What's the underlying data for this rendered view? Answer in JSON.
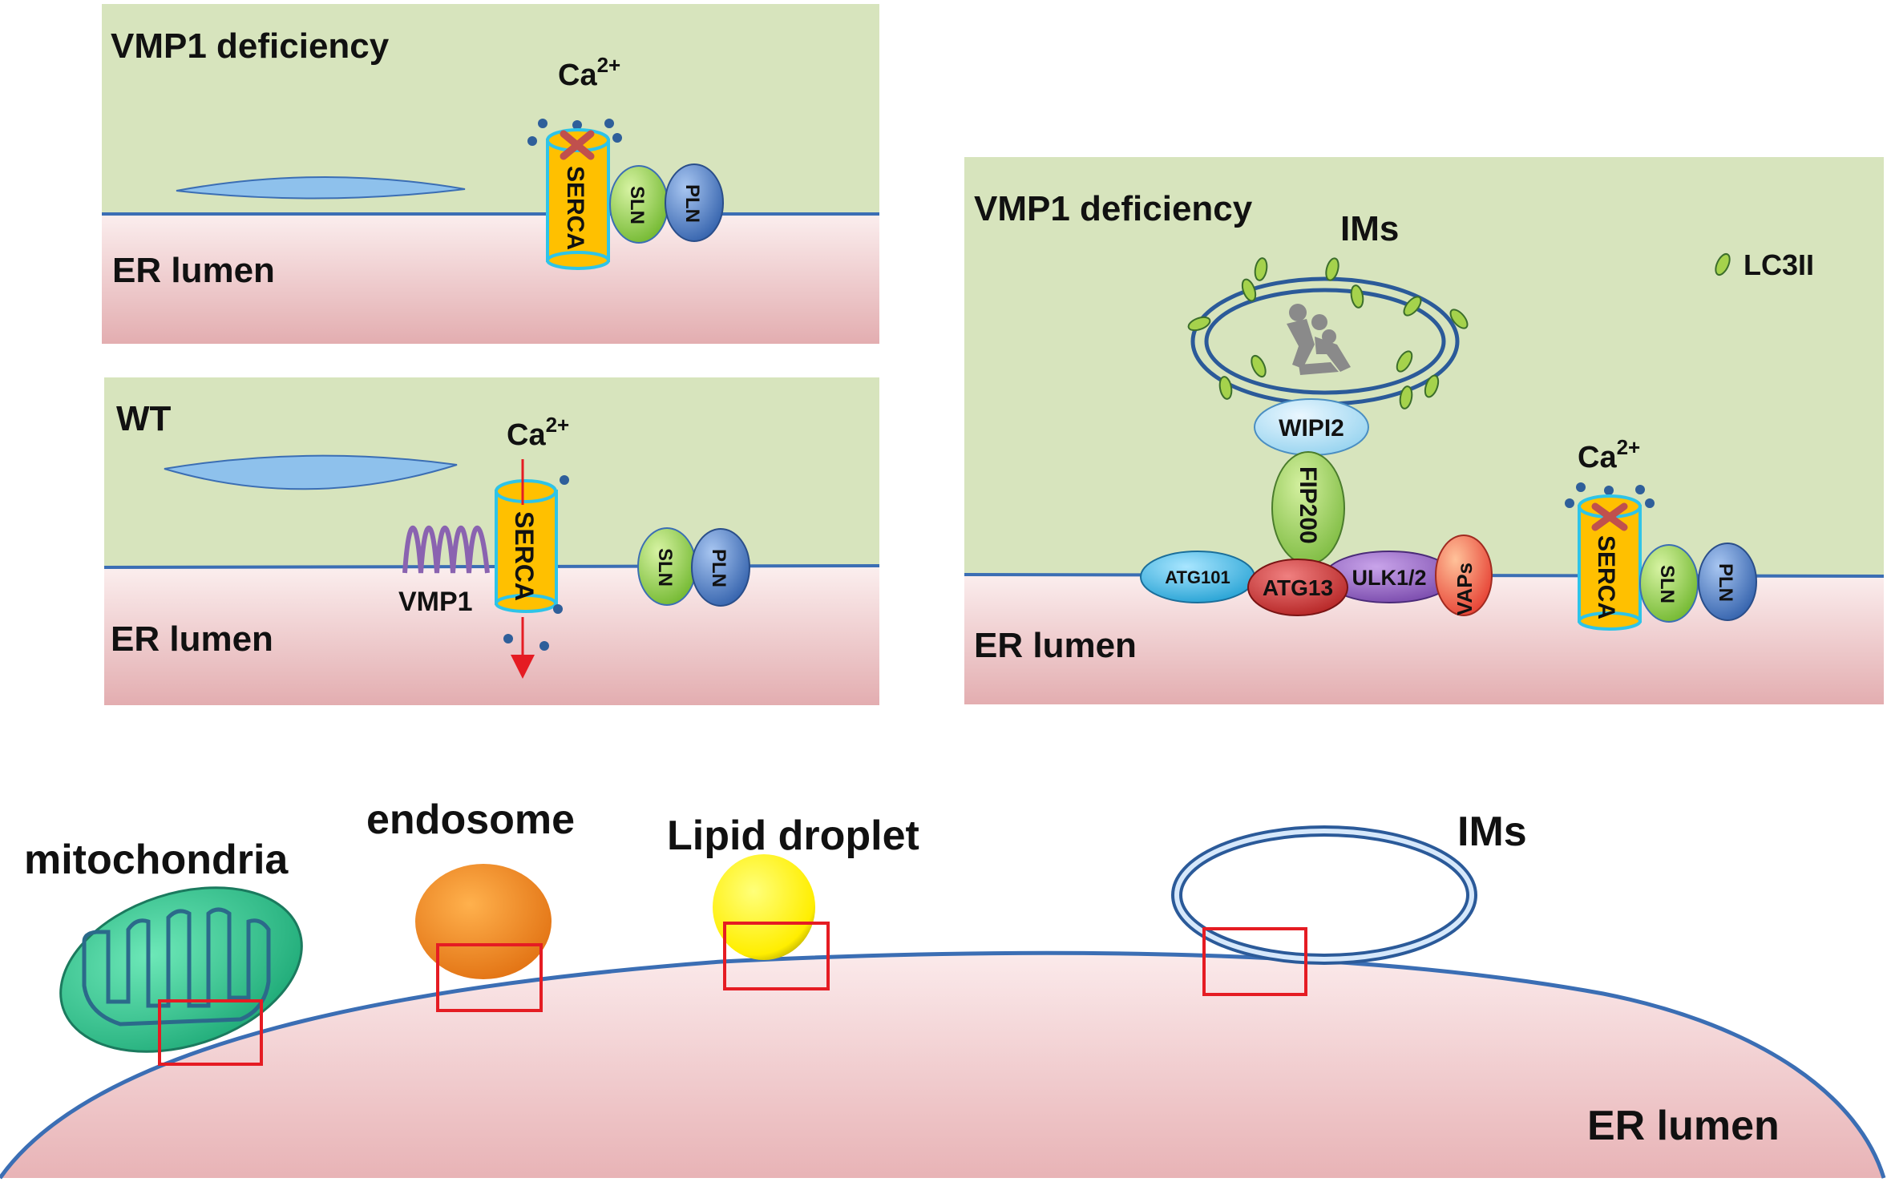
{
  "panels": {
    "top_left": {
      "title": "VMP1 deficiency",
      "lumen": "ER lumen",
      "ion": "Ca",
      "ion_charge": "2+",
      "serca": "SERCA",
      "sln": "SLN",
      "pln": "PLN"
    },
    "wt": {
      "title": "WT",
      "lumen": "ER lumen",
      "ion": "Ca",
      "ion_charge": "2+",
      "serca": "SERCA",
      "sln": "SLN",
      "pln": "PLN",
      "vmp1": "VMP1"
    },
    "right": {
      "title": "VMP1 deficiency",
      "lumen": "ER lumen",
      "ims": "IMs",
      "legend_lc3": "LC3II",
      "wipi2": "WIPI2",
      "fip200": "FIP200",
      "atg101": "ATG101",
      "atg13": "ATG13",
      "ulk": "ULK1/2",
      "vaps": "VAPs",
      "ion": "Ca",
      "ion_charge": "2+",
      "serca": "SERCA",
      "sln": "SLN",
      "pln": "PLN"
    },
    "bottom": {
      "mitochondria": "mitochondria",
      "endosome": "endosome",
      "lipid_droplet": "Lipid droplet",
      "ims": "IMs",
      "lumen": "ER lumen"
    }
  },
  "colors": {
    "cytosol": "#d7e4bd",
    "lumen_top": "#fbeeee",
    "lumen_bottom": "#e3adb0",
    "membrane": "#3b6eb4",
    "serca": "#ffc000",
    "serca_border": "#2ec4e8",
    "sln": "#8cd03a",
    "pln": "#3f71c4",
    "ld_blue": "#8ec1ec",
    "highlight_box": "#e51c23",
    "mito": "#1fbf86",
    "endosome": "#f28a1f",
    "lipid_droplet": "#ffee00",
    "lc3": "#a5d24c",
    "vmp1": "#8a63b0"
  }
}
